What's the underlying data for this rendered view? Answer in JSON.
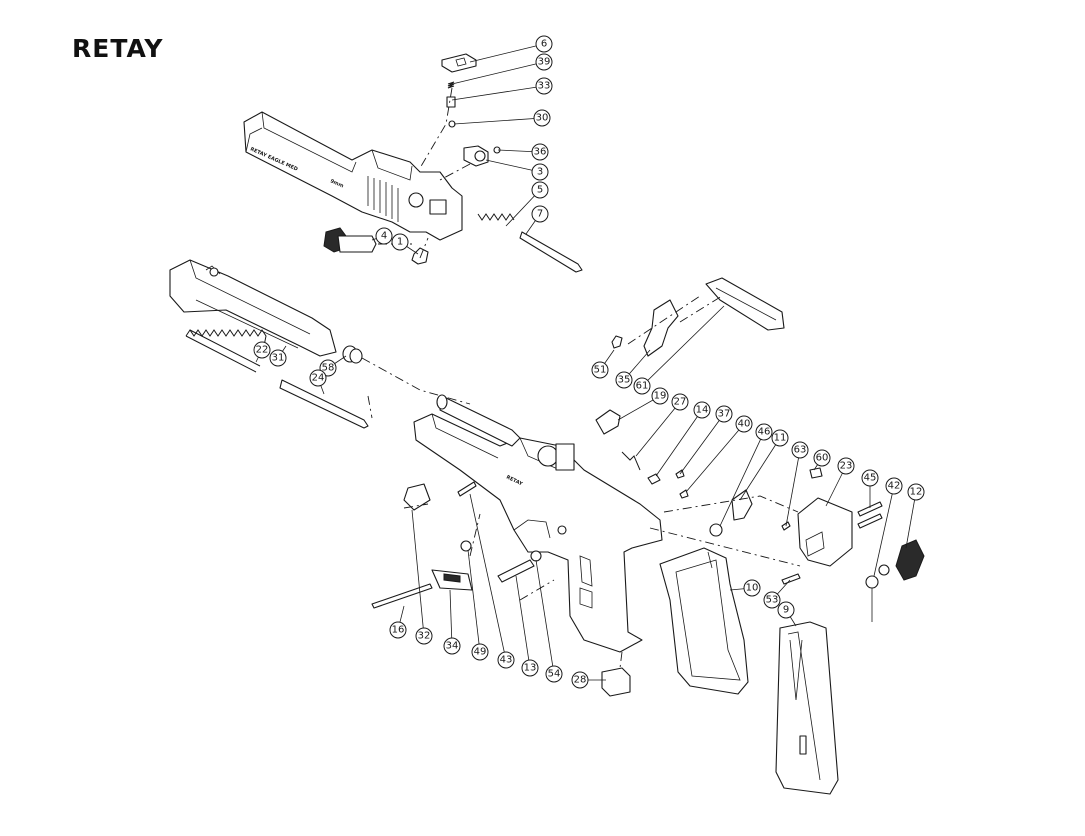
{
  "brand": {
    "name": "RETAY"
  },
  "engravings": {
    "slide": "RETAY EAGLE MED",
    "caliber": "9mm",
    "frame": "RETAY"
  },
  "callouts": [
    {
      "label": "6"
    },
    {
      "label": "39"
    },
    {
      "label": "33"
    },
    {
      "label": "30"
    },
    {
      "label": "36"
    },
    {
      "label": "3"
    },
    {
      "label": "5"
    },
    {
      "label": "7"
    },
    {
      "label": "4"
    },
    {
      "label": "1"
    },
    {
      "label": "22"
    },
    {
      "label": "31"
    },
    {
      "label": "58"
    },
    {
      "label": "24"
    },
    {
      "label": "51"
    },
    {
      "label": "35"
    },
    {
      "label": "61"
    },
    {
      "label": "19"
    },
    {
      "label": "27"
    },
    {
      "label": "14"
    },
    {
      "label": "37"
    },
    {
      "label": "40"
    },
    {
      "label": "46"
    },
    {
      "label": "11"
    },
    {
      "label": "63"
    },
    {
      "label": "60"
    },
    {
      "label": "23"
    },
    {
      "label": "45"
    },
    {
      "label": "42"
    },
    {
      "label": "12"
    },
    {
      "label": "10"
    },
    {
      "label": "53"
    },
    {
      "label": "9"
    },
    {
      "label": "16"
    },
    {
      "label": "32"
    },
    {
      "label": "34"
    },
    {
      "label": "49"
    },
    {
      "label": "43"
    },
    {
      "label": "13"
    },
    {
      "label": "54"
    },
    {
      "label": "28"
    }
  ]
}
